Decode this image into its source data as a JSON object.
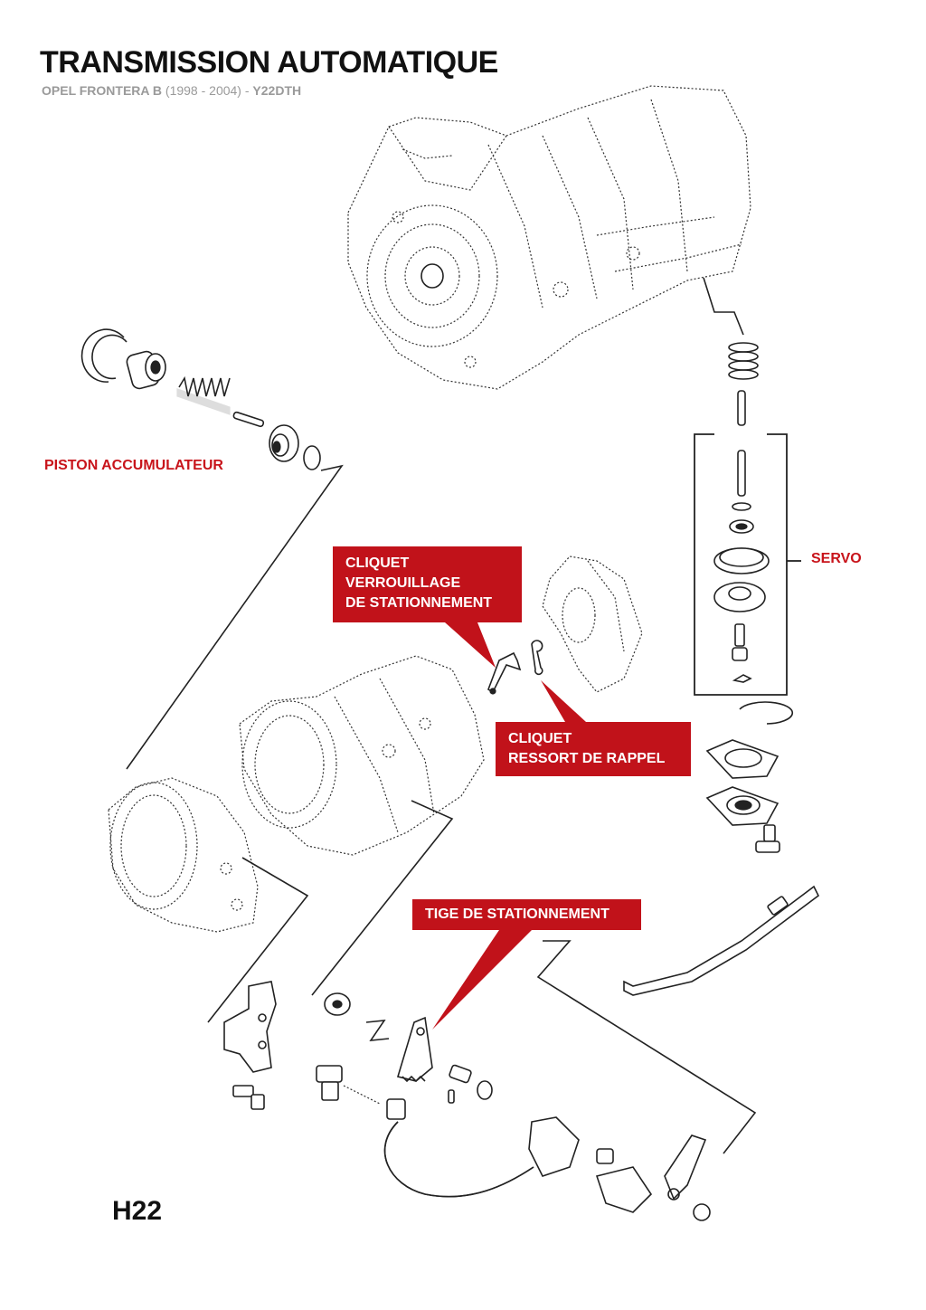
{
  "header": {
    "title": "TRANSMISSION AUTOMATIQUE",
    "subtitle_model": "OPEL FRONTERA B",
    "subtitle_years": "(1998 - 2004)",
    "subtitle_sep": "-",
    "subtitle_engine": "Y22DTH"
  },
  "labels": {
    "piston": "PISTON ACCUMULATEUR",
    "servo": "SERVO"
  },
  "callouts": {
    "cliquet_verrouillage": [
      "CLIQUET",
      "VERROUILLAGE",
      "DE STATIONNEMENT"
    ],
    "cliquet_ressort": [
      "CLIQUET",
      "RESSORT DE RAPPEL"
    ],
    "tige": [
      "TIGE DE STATIONNEMENT"
    ]
  },
  "page_code": "H22",
  "colors": {
    "accent_red": "#c1121a",
    "label_red": "#c8141b",
    "subtitle_grey": "#9a9a9a"
  }
}
